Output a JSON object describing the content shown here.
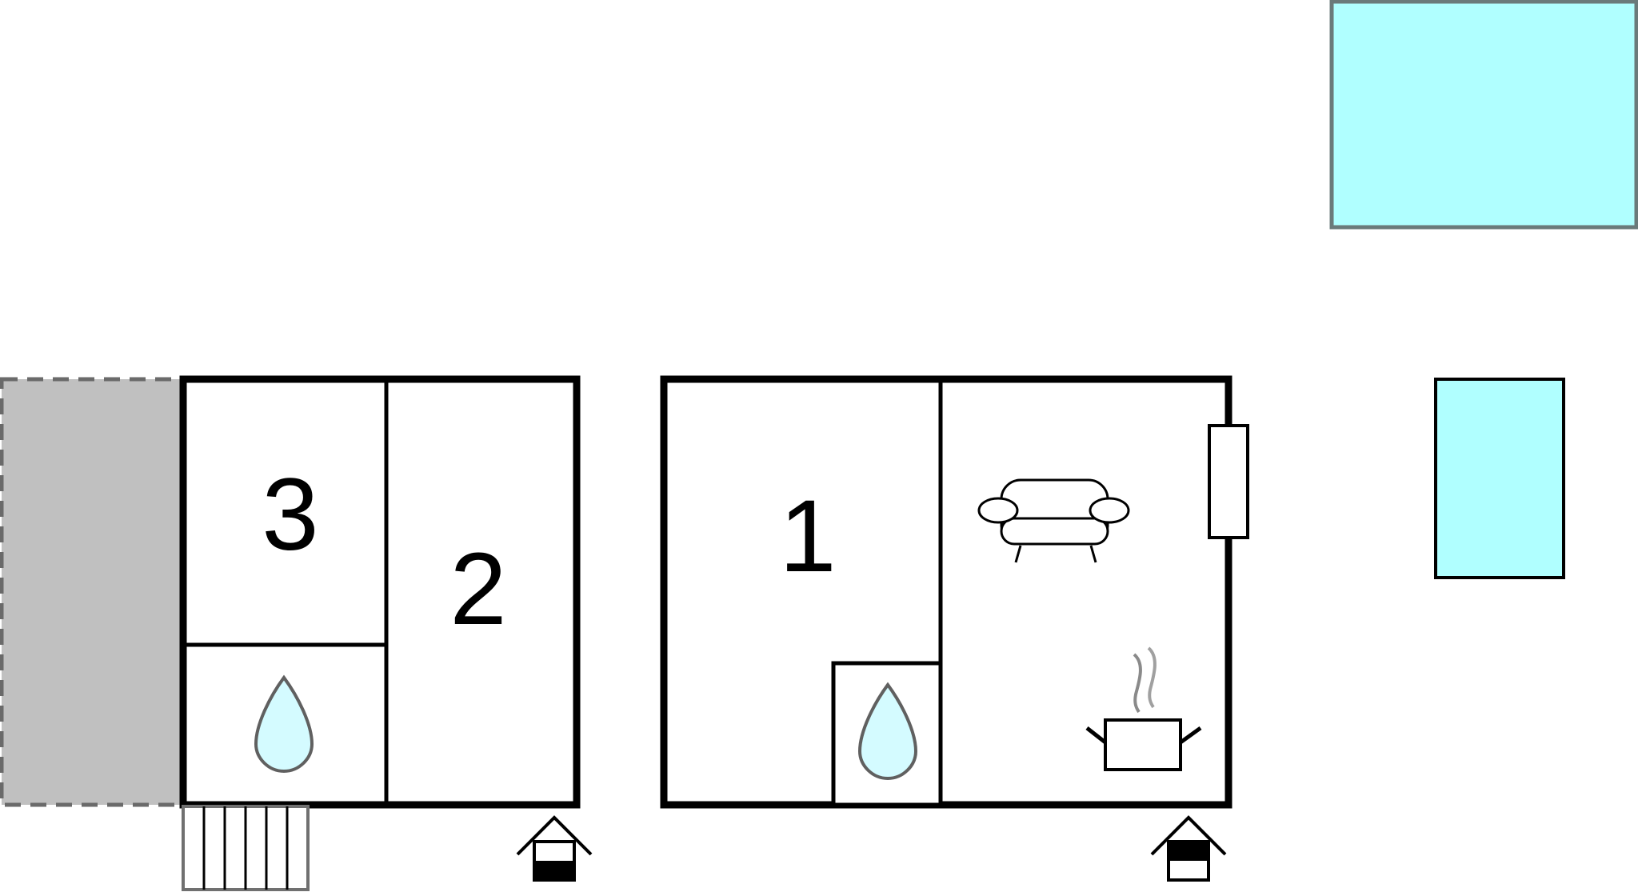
{
  "rooms": [
    {
      "id": "bedroom-3",
      "label": "3"
    },
    {
      "id": "bedroom-2",
      "label": "2"
    },
    {
      "id": "bedroom-1",
      "label": "1"
    }
  ],
  "icons": [
    "water-drop-icon",
    "sofa-icon",
    "cooking-pot-icon",
    "entrance-arrow-icon",
    "stairs-icon"
  ],
  "colors": {
    "wall": "#000000",
    "terrace": "#c0c0c0",
    "terrace_border": "#6a6a6a",
    "pool": "#b0ffff",
    "pool_border": "#6a7a7a",
    "water": "#d4fbff"
  }
}
